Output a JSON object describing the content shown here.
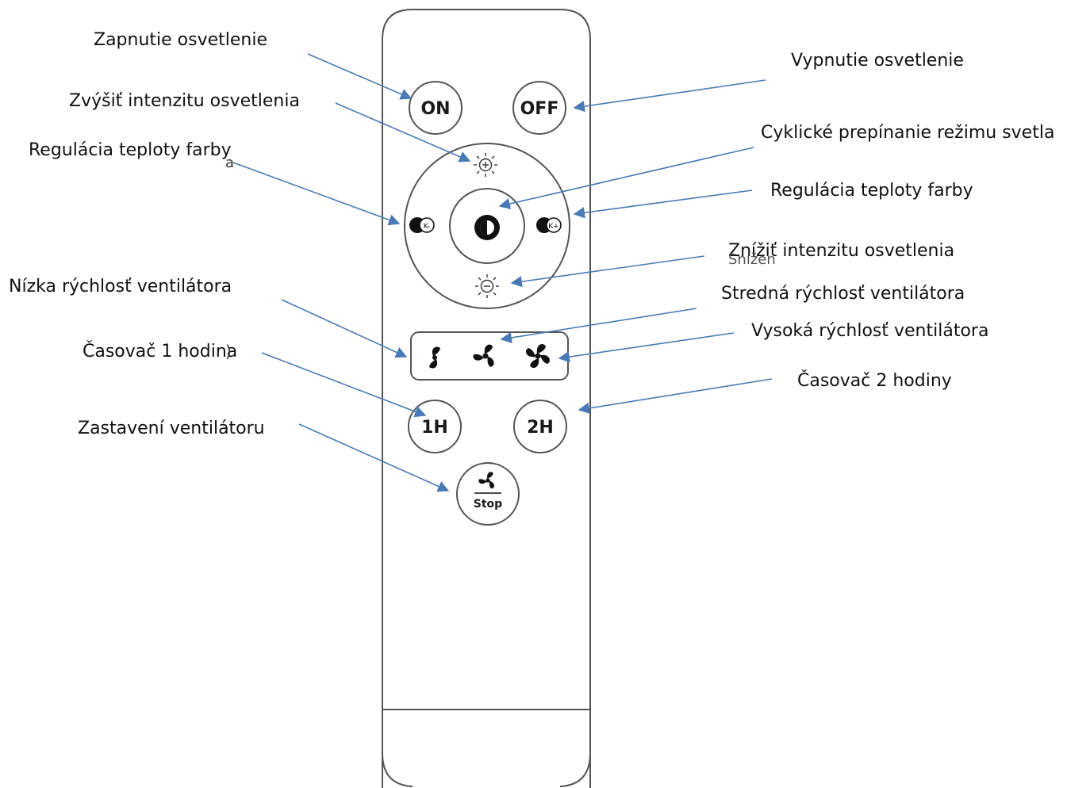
{
  "remote": {
    "buttons": {
      "on": "ON",
      "off": "OFF",
      "timer_1h": "1H",
      "timer_2h": "2H",
      "stop": "Stop"
    },
    "icons": [
      "sun-plus-icon",
      "sun-minus-icon",
      "mode-cycle-icon",
      "color-temp-minus-icon",
      "color-temp-plus-icon",
      "fan-low-icon",
      "fan-medium-icon",
      "fan-high-icon",
      "fan-stop-icon"
    ]
  },
  "labels": {
    "light_on": "Zapnutie osvetlenie",
    "light_off": "Vypnutie osvetlenie",
    "brightness_up": "Zvýšiť intenzitu osvetlenia",
    "mode_cycle": "Cyklické prepínanie režimu svetla",
    "color_temp_left": "Regulácia teploty farby",
    "color_temp_right": "Regulácia teploty farby",
    "brightness_down": "Znížiť intenzitu osvetlenia",
    "fan_low": "Nízka rýchlosť ventilátora",
    "fan_medium": "Stredná rýchlosť ventilátora",
    "fan_high": "Vysoká rýchlosť ventilátora",
    "timer_1h": "Časovač 1 hodina",
    "timer_2h": "Časovač 2 hodiny",
    "fan_stop": "Zastavení ventilátoru"
  },
  "artifacts": {
    "stray_a": "a",
    "stray_snizeni": "Snížen",
    "stray_paren": ")"
  },
  "colors": {
    "arrow": "#4a7ab5",
    "outline": "#555555",
    "text": "#111111"
  }
}
